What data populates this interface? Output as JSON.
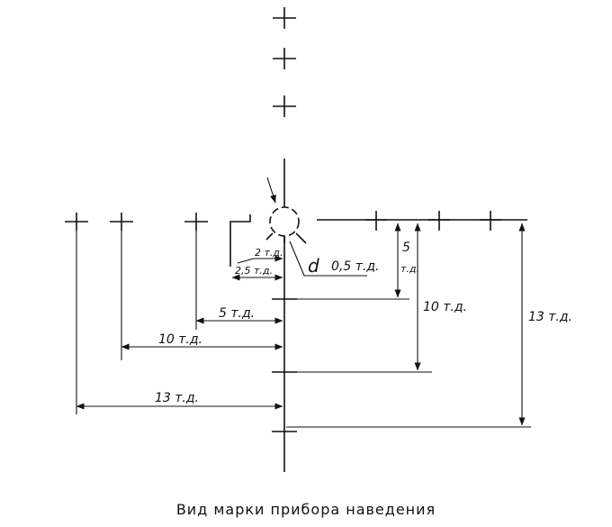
{
  "labels": {
    "d": "d",
    "d_value": "0,5 т.д.",
    "small_2": "2 т.д.",
    "small_25": "2,5 т.д.",
    "left_5": "5 т.д.",
    "left_10": "10 т.д.",
    "left_13": "13 т.д.",
    "right_5_num": "5",
    "right_5_unit": "т.д.",
    "right_10": "10 т.д.",
    "right_13": "13 т.д."
  },
  "caption": "Вид марки прибора наведения"
}
